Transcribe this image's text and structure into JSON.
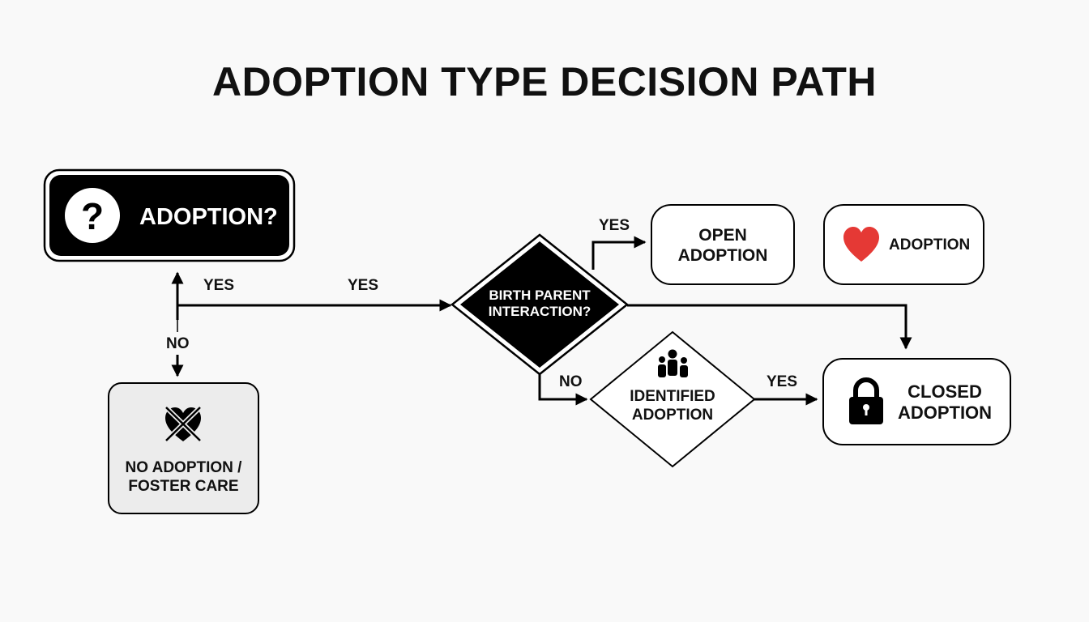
{
  "title": "ADOPTION TYPE DECISION PATH",
  "colors": {
    "heart": "#e53935",
    "dark": "#000000",
    "light_box": "#eeeeee"
  },
  "nodes": {
    "start": {
      "label": "ADOPTION?",
      "icon": "question-mark-icon"
    },
    "birth_parent": {
      "line1": "BIRTH PARENT",
      "line2": "INTERACTION?"
    },
    "open_adoption": {
      "line1": "OPEN",
      "line2": "ADOPTION"
    },
    "adoption_legend": {
      "label": "ADOPTION",
      "icon": "heart-icon"
    },
    "identified": {
      "line1": "IDENTIFIED",
      "line2": "ADOPTION",
      "icon": "family-icon"
    },
    "closed": {
      "line1": "CLOSED",
      "line2": "ADOPTION",
      "icon": "padlock-icon"
    },
    "no_adoption": {
      "line1": "NO ADOPTION /",
      "line2": "FOSTER CARE",
      "icon": "broken-heart-icon"
    }
  },
  "edges": {
    "start_yes": "YES",
    "main_yes": "YES",
    "start_no": "NO",
    "open_yes": "YES",
    "bp_no": "NO",
    "identified_yes": "YES"
  }
}
